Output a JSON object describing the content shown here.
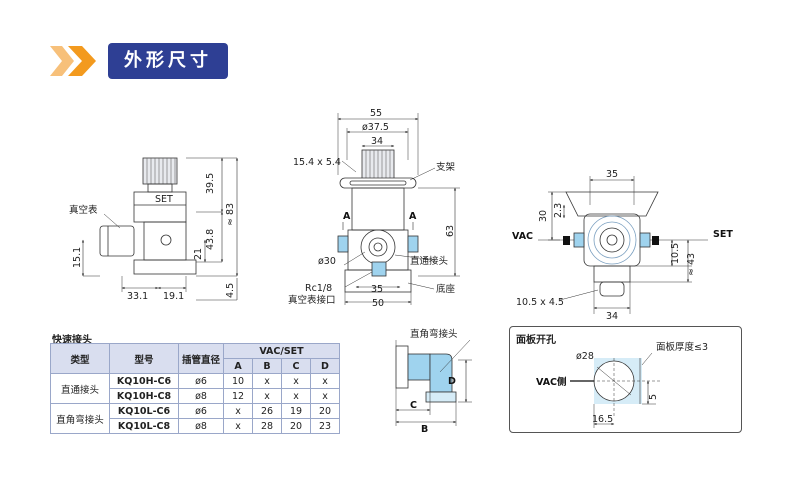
{
  "header": {
    "title": "外形尺寸"
  },
  "front_view": {
    "gauge_label": "真空表",
    "brand": "SET",
    "dims": {
      "h_total": "≈ 83",
      "h_top": "39.5",
      "h_mid": "43.8",
      "h_21": "21",
      "h_left": "15.1",
      "h_bottom": "4.5",
      "w_left": "33.1",
      "w_right": "19.1"
    }
  },
  "side_view": {
    "dims": {
      "w55": "55",
      "w375": "ø37.5",
      "w34": "34",
      "slot": "15.4 x 5.4",
      "h63": "63",
      "d30": "ø30",
      "w35": "35",
      "w50": "50"
    },
    "labels": {
      "bracket": "支架",
      "a_left": "A",
      "a_right": "A",
      "straight_fitting": "直通接头",
      "port": "Rc1/8",
      "gauge_port": "真空表接口",
      "base": "底座"
    }
  },
  "top_view": {
    "dims": {
      "w35": "35",
      "h30": "30",
      "h23": "2.3",
      "h105": "10.5",
      "h43": "≈ 43",
      "slot": "10.5 x 4.5",
      "w34": "34"
    },
    "labels": {
      "vac": "VAC",
      "set": "SET"
    }
  },
  "fittings_table": {
    "title": "快速接头",
    "headers": {
      "type": "类型",
      "model": "型号",
      "tube": "插管直径",
      "vacset": "VAC/SET",
      "a": "A",
      "b": "B",
      "c": "C",
      "d": "D"
    },
    "group_straight": "直通接头",
    "group_elbow": "直角弯接头",
    "rows": [
      {
        "model": "KQ10H-C6",
        "tube": "ø6",
        "a": "10",
        "b": "x",
        "c": "x",
        "d": "x"
      },
      {
        "model": "KQ10H-C8",
        "tube": "ø8",
        "a": "12",
        "b": "x",
        "c": "x",
        "d": "x"
      },
      {
        "model": "KQ10L-C6",
        "tube": "ø6",
        "a": "x",
        "b": "26",
        "c": "19",
        "d": "20"
      },
      {
        "model": "KQ10L-C8",
        "tube": "ø8",
        "a": "x",
        "b": "28",
        "c": "20",
        "d": "23"
      }
    ]
  },
  "elbow_view": {
    "label": "直角弯接头",
    "dims": {
      "c": "C",
      "b": "B",
      "d": "D"
    }
  },
  "panel_cutout": {
    "title": "面板开孔",
    "dims": {
      "d28": "ø28",
      "thickness": "面板厚度≤3",
      "vac_side": "VAC侧",
      "h5": "5",
      "w165": "16.5"
    }
  },
  "colors": {
    "brand_blue": "#2e3f94",
    "chevron_orange": "#f39a1e",
    "fitting_blue": "#9fd3ee"
  }
}
